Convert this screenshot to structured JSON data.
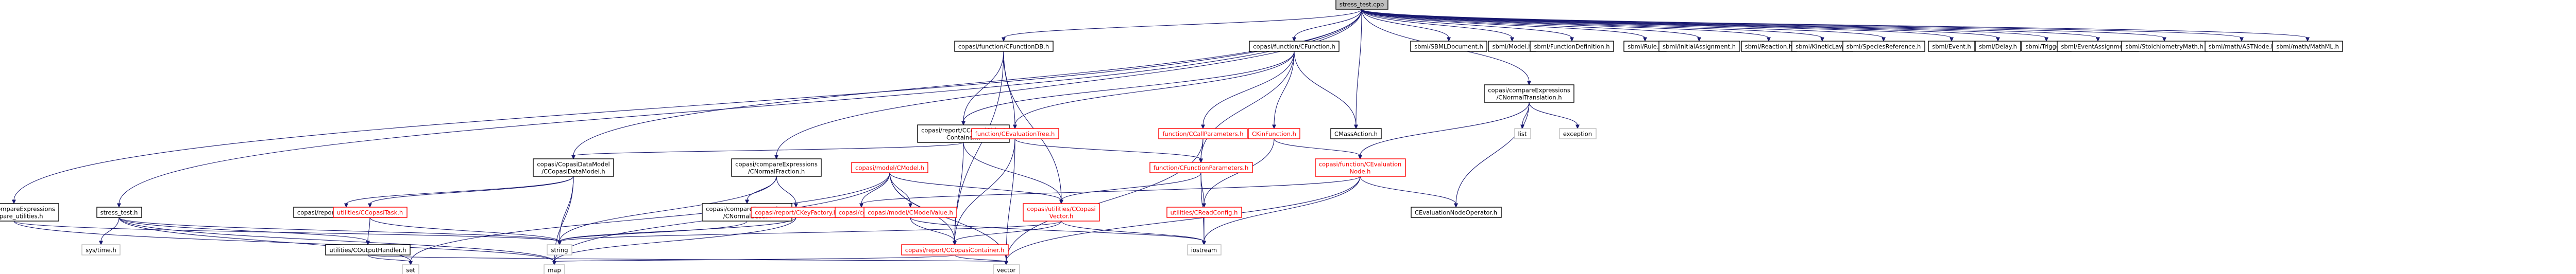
{
  "colors": {
    "edge": "#191970",
    "root_fill": "#bfbfbf",
    "plain_border": "#000000",
    "ext_border": "#bfbfbf",
    "missing_text": "#ff0000"
  },
  "diagram": {
    "nodes": [
      {
        "id": "root",
        "lines": [
          "stress_test.cpp"
        ],
        "style": "root"
      },
      {
        "id": "cfunctiondb",
        "lines": [
          "copasi/function/CFunctionDB.h"
        ],
        "style": "plain"
      },
      {
        "id": "cfunction",
        "lines": [
          "copasi/function/CFunction.h"
        ],
        "style": "plain"
      },
      {
        "id": "sbmldoc",
        "lines": [
          "sbml/SBMLDocument.h"
        ],
        "style": "plain"
      },
      {
        "id": "sbmlmodel",
        "lines": [
          "sbml/Model.h"
        ],
        "style": "plain"
      },
      {
        "id": "funcdef",
        "lines": [
          "sbml/FunctionDefinition.h"
        ],
        "style": "plain"
      },
      {
        "id": "rule",
        "lines": [
          "sbml/Rule.h"
        ],
        "style": "plain"
      },
      {
        "id": "initassign",
        "lines": [
          "sbml/InitialAssignment.h"
        ],
        "style": "plain"
      },
      {
        "id": "reaction",
        "lines": [
          "sbml/Reaction.h"
        ],
        "style": "plain"
      },
      {
        "id": "kineticlaw",
        "lines": [
          "sbml/KineticLaw.h"
        ],
        "style": "plain"
      },
      {
        "id": "speciesref",
        "lines": [
          "sbml/SpeciesReference.h"
        ],
        "style": "plain"
      },
      {
        "id": "event",
        "lines": [
          "sbml/Event.h"
        ],
        "style": "plain"
      },
      {
        "id": "delay",
        "lines": [
          "sbml/Delay.h"
        ],
        "style": "plain"
      },
      {
        "id": "trigger",
        "lines": [
          "sbml/Trigger.h"
        ],
        "style": "plain"
      },
      {
        "id": "eventassign",
        "lines": [
          "sbml/EventAssignment.h"
        ],
        "style": "plain"
      },
      {
        "id": "stoichmath",
        "lines": [
          "sbml/StoichiometryMath.h"
        ],
        "style": "plain"
      },
      {
        "id": "astnode",
        "lines": [
          "sbml/math/ASTNode.h"
        ],
        "style": "plain"
      },
      {
        "id": "mathml",
        "lines": [
          "sbml/math/MathML.h"
        ],
        "style": "plain"
      },
      {
        "id": "cnormaltrans",
        "lines": [
          "copasi/compareExpressions",
          "/CNormalTranslation.h"
        ],
        "style": "plain"
      },
      {
        "id": "copasiplot",
        "lines": [
          "copasi/report/CCopasiObject",
          "Container.h"
        ],
        "style": "plain"
      },
      {
        "id": "cevaltree",
        "lines": [
          "function/CEvaluationTree.h"
        ],
        "style": "missing"
      },
      {
        "id": "ccallparams",
        "lines": [
          "function/CCallParameters.h"
        ],
        "style": "missing"
      },
      {
        "id": "ckinfunction",
        "lines": [
          "CKinFunction.h"
        ],
        "style": "missing"
      },
      {
        "id": "cmassaction",
        "lines": [
          "CMassAction.h"
        ],
        "style": "plain"
      },
      {
        "id": "list",
        "lines": [
          "list"
        ],
        "style": "ext"
      },
      {
        "id": "exception",
        "lines": [
          "exception"
        ],
        "style": "ext"
      },
      {
        "id": "ccopasidatamodel",
        "lines": [
          "copasi/CopasiDataModel",
          "/CCopasiDataModel.h"
        ],
        "style": "plain"
      },
      {
        "id": "cnormalfraction",
        "lines": [
          "copasi/compareExpressions",
          "/CNormalFraction.h"
        ],
        "style": "plain"
      },
      {
        "id": "cmodel",
        "lines": [
          "copasi/model/CModel.h"
        ],
        "style": "missing"
      },
      {
        "id": "cfuncparams",
        "lines": [
          "function/CFunctionParameters.h"
        ],
        "style": "missing"
      },
      {
        "id": "cevalnode",
        "lines": [
          "copasi/function/CEvaluation",
          "Node.h"
        ],
        "style": "missing"
      },
      {
        "id": "compareutil",
        "lines": [
          "copasi/compareExpressions",
          "/compare_utilities.h"
        ],
        "style": "plain"
      },
      {
        "id": "stresstesth",
        "lines": [
          "stress_test.h"
        ],
        "style": "plain"
      },
      {
        "id": "crenamehandler",
        "lines": [
          "copasi/report/CRenameHandler.h"
        ],
        "style": "plain"
      },
      {
        "id": "ccopasitask",
        "lines": [
          "utilities/CCopasiTask.h"
        ],
        "style": "missing"
      },
      {
        "id": "cnormalbase",
        "lines": [
          "copasi/compareExpressions",
          "/CNormalBase.h"
        ],
        "style": "plain"
      },
      {
        "id": "ckeyfactory",
        "lines": [
          "copasi/report/CKeyFactory.h"
        ],
        "style": "missing"
      },
      {
        "id": "ccopasih",
        "lines": [
          "copasi/copasi.h"
        ],
        "style": "missing"
      },
      {
        "id": "cmodelvalue",
        "lines": [
          "copasi/model/CModelValue.h"
        ],
        "style": "missing"
      },
      {
        "id": "ccopasivector",
        "lines": [
          "copasi/utilities/CCopasi",
          "Vector.h"
        ],
        "style": "missing"
      },
      {
        "id": "creadconfig",
        "lines": [
          "utilities/CReadConfig.h"
        ],
        "style": "missing"
      },
      {
        "id": "cevalnodeop",
        "lines": [
          "CEvaluationNodeOperator.h"
        ],
        "style": "plain"
      },
      {
        "id": "sysstime",
        "lines": [
          "sys/time.h"
        ],
        "style": "ext"
      },
      {
        "id": "coutputhandler",
        "lines": [
          "utilities/COutputHandler.h"
        ],
        "style": "plain"
      },
      {
        "id": "string",
        "lines": [
          "string"
        ],
        "style": "ext"
      },
      {
        "id": "ccopasicontainer",
        "lines": [
          "copasi/report/CCopasiContainer.h"
        ],
        "style": "missing"
      },
      {
        "id": "iostream",
        "lines": [
          "iostream"
        ],
        "style": "ext"
      },
      {
        "id": "set",
        "lines": [
          "set"
        ],
        "style": "ext"
      },
      {
        "id": "map",
        "lines": [
          "map"
        ],
        "style": "ext"
      },
      {
        "id": "vector",
        "lines": [
          "vector"
        ],
        "style": "ext"
      }
    ],
    "edges": [
      [
        "root",
        "cfunctiondb"
      ],
      [
        "root",
        "cfunction"
      ],
      [
        "root",
        "sbmldoc"
      ],
      [
        "root",
        "sbmlmodel"
      ],
      [
        "root",
        "funcdef"
      ],
      [
        "root",
        "rule"
      ],
      [
        "root",
        "initassign"
      ],
      [
        "root",
        "reaction"
      ],
      [
        "root",
        "kineticlaw"
      ],
      [
        "root",
        "speciesref"
      ],
      [
        "root",
        "event"
      ],
      [
        "root",
        "delay"
      ],
      [
        "root",
        "trigger"
      ],
      [
        "root",
        "eventassign"
      ],
      [
        "root",
        "stoichmath"
      ],
      [
        "root",
        "astnode"
      ],
      [
        "root",
        "mathml"
      ],
      [
        "root",
        "cnormaltrans"
      ],
      [
        "root",
        "compareutil"
      ],
      [
        "root",
        "stresstesth"
      ],
      [
        "root",
        "ccopasidatamodel"
      ],
      [
        "root",
        "cnormalfraction"
      ],
      [
        "root",
        "cmassaction"
      ],
      [
        "cfunctiondb",
        "copasiplot"
      ],
      [
        "cfunctiondb",
        "cevaltree"
      ],
      [
        "cfunctiondb",
        "ccopasivector"
      ],
      [
        "cfunctiondb",
        "ccopasicontainer"
      ],
      [
        "cfunction",
        "cevaltree"
      ],
      [
        "cfunction",
        "ccallparams"
      ],
      [
        "cfunction",
        "ckinfunction"
      ],
      [
        "cfunction",
        "cfuncparams"
      ],
      [
        "cfunction",
        "cmassaction"
      ],
      [
        "cfunction",
        "copasiplot"
      ],
      [
        "cnormaltrans",
        "list"
      ],
      [
        "cnormaltrans",
        "exception"
      ],
      [
        "cnormaltrans",
        "cevalnode"
      ],
      [
        "cnormaltrans",
        "cevalnodeop"
      ],
      [
        "copasiplot",
        "ccopasidatamodel"
      ],
      [
        "copasiplot",
        "ccopasivector"
      ],
      [
        "copasiplot",
        "ccopasicontainer"
      ],
      [
        "cevaltree",
        "cfuncparams"
      ],
      [
        "cevaltree",
        "ccopasicontainer"
      ],
      [
        "cevaltree",
        "vector"
      ],
      [
        "ccallparams",
        "cfuncparams"
      ],
      [
        "ccallparams",
        "vector"
      ],
      [
        "ckinfunction",
        "cevalnode"
      ],
      [
        "ckinfunction",
        "creadconfig"
      ],
      [
        "ccopasidatamodel",
        "crenamehandler"
      ],
      [
        "ccopasidatamodel",
        "ccopasitask"
      ],
      [
        "ccopasidatamodel",
        "map"
      ],
      [
        "ccopasidatamodel",
        "string"
      ],
      [
        "cnormalfraction",
        "cnormalbase"
      ],
      [
        "cnormalfraction",
        "ckeyfactory"
      ],
      [
        "cnormalfraction",
        "string"
      ],
      [
        "cmodel",
        "ccopasih"
      ],
      [
        "cmodel",
        "cmodelvalue"
      ],
      [
        "cmodel",
        "ccopasivector"
      ],
      [
        "cmodel",
        "ccopasicontainer"
      ],
      [
        "cmodel",
        "map"
      ],
      [
        "cmodel",
        "set"
      ],
      [
        "cmodel",
        "vector"
      ],
      [
        "cfuncparams",
        "ccopasivector"
      ],
      [
        "cfuncparams",
        "creadconfig"
      ],
      [
        "cfuncparams",
        "iostream"
      ],
      [
        "cevalnode",
        "ccopasih"
      ],
      [
        "cevalnode",
        "cevalnodeop"
      ],
      [
        "cevalnode",
        "iostream"
      ],
      [
        "cevalnode",
        "vector"
      ],
      [
        "compareutil",
        "string"
      ],
      [
        "compareutil",
        "map"
      ],
      [
        "stresstesth",
        "sysstime"
      ],
      [
        "stresstesth",
        "coutputhandler"
      ],
      [
        "stresstesth",
        "string"
      ],
      [
        "stresstesth",
        "set"
      ],
      [
        "stresstesth",
        "map"
      ],
      [
        "ccopasitask",
        "coutputhandler"
      ],
      [
        "ccopasitask",
        "string"
      ],
      [
        "cnormalbase",
        "string"
      ],
      [
        "ckeyfactory",
        "string"
      ],
      [
        "ckeyfactory",
        "map"
      ],
      [
        "cmodelvalue",
        "ccopasicontainer"
      ],
      [
        "cmodelvalue",
        "iostream"
      ],
      [
        "ccopasivector",
        "ccopasicontainer"
      ],
      [
        "ccopasivector",
        "iostream"
      ],
      [
        "ccopasivector",
        "string"
      ],
      [
        "creadconfig",
        "iostream"
      ],
      [
        "coutputhandler",
        "set"
      ],
      [
        "coutputhandler",
        "vector"
      ],
      [
        "ccopasicontainer",
        "map"
      ],
      [
        "ccopasicontainer",
        "vector"
      ]
    ]
  }
}
